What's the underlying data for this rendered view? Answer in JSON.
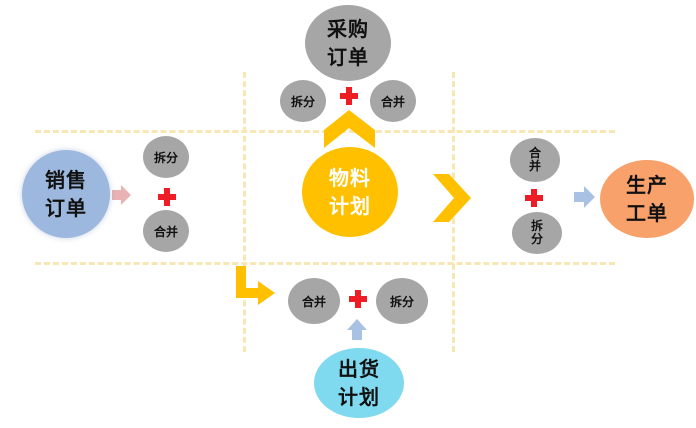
{
  "nodes": {
    "purchase_order": "采购\n订单",
    "sales_order": "销售\n订单",
    "material_plan": "物料\n计划",
    "production_order": "生产\n工单",
    "shipping_plan": "出货\n计划"
  },
  "ops": {
    "top_split": "拆分",
    "top_merge": "合并",
    "left_split": "拆分",
    "left_merge": "合并",
    "right_merge": "合\n并",
    "right_split": "拆\n分",
    "bottom_merge": "合并",
    "bottom_split": "拆分"
  },
  "colors": {
    "gray_circle": "#a6a6a6",
    "sales": "#9db8de",
    "material": "#ffc000",
    "production": "#f8a16a",
    "shipping": "#7fd9ef",
    "plus": "#ee1c24",
    "arrow_gold": "#ffc000",
    "arrow_pink": "#e9b3b3",
    "arrow_blue": "#a9c2e3",
    "dash_line": "#f7e7b4"
  }
}
